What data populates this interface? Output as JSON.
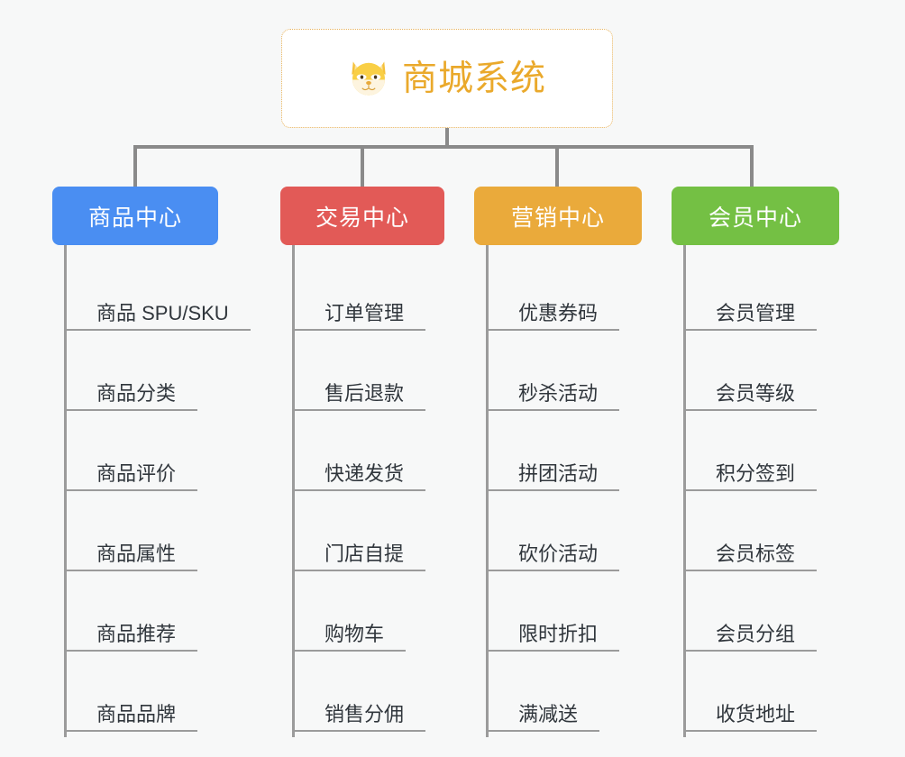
{
  "root": {
    "icon": "shiba-dog-face-icon",
    "title": "商城系统",
    "border_color": "#e8b35c",
    "text_color": "#eaa92b",
    "background": "#ffffff"
  },
  "canvas": {
    "background": "#f7f8f8",
    "connector_color": "#8a8a8a"
  },
  "branches": [
    {
      "label": "商品中心",
      "color": "#4a8ef2",
      "items": [
        {
          "label": "商品 SPU/SKU"
        },
        {
          "label": "商品分类"
        },
        {
          "label": "商品评价"
        },
        {
          "label": "商品属性"
        },
        {
          "label": "商品推荐"
        },
        {
          "label": "商品品牌"
        }
      ]
    },
    {
      "label": "交易中心",
      "color": "#e25a57",
      "items": [
        {
          "label": "订单管理"
        },
        {
          "label": "售后退款"
        },
        {
          "label": "快递发货"
        },
        {
          "label": "门店自提"
        },
        {
          "label": "购物车"
        },
        {
          "label": "销售分佣"
        }
      ]
    },
    {
      "label": "营销中心",
      "color": "#eaaa3b",
      "items": [
        {
          "label": "优惠券码"
        },
        {
          "label": "秒杀活动"
        },
        {
          "label": "拼团活动"
        },
        {
          "label": "砍价活动"
        },
        {
          "label": "限时折扣"
        },
        {
          "label": "满减送"
        }
      ]
    },
    {
      "label": "会员中心",
      "color": "#74c martin",
      "items": [
        {
          "label": "会员管理"
        },
        {
          "label": "会员等级"
        },
        {
          "label": "积分签到"
        },
        {
          "label": "会员标签"
        },
        {
          "label": "会员分组"
        },
        {
          "label": "收货地址"
        }
      ]
    }
  ],
  "branch_colors_fixed": [
    "#4a8ef2",
    "#e25a57",
    "#eaaa3b",
    "#74c044"
  ]
}
